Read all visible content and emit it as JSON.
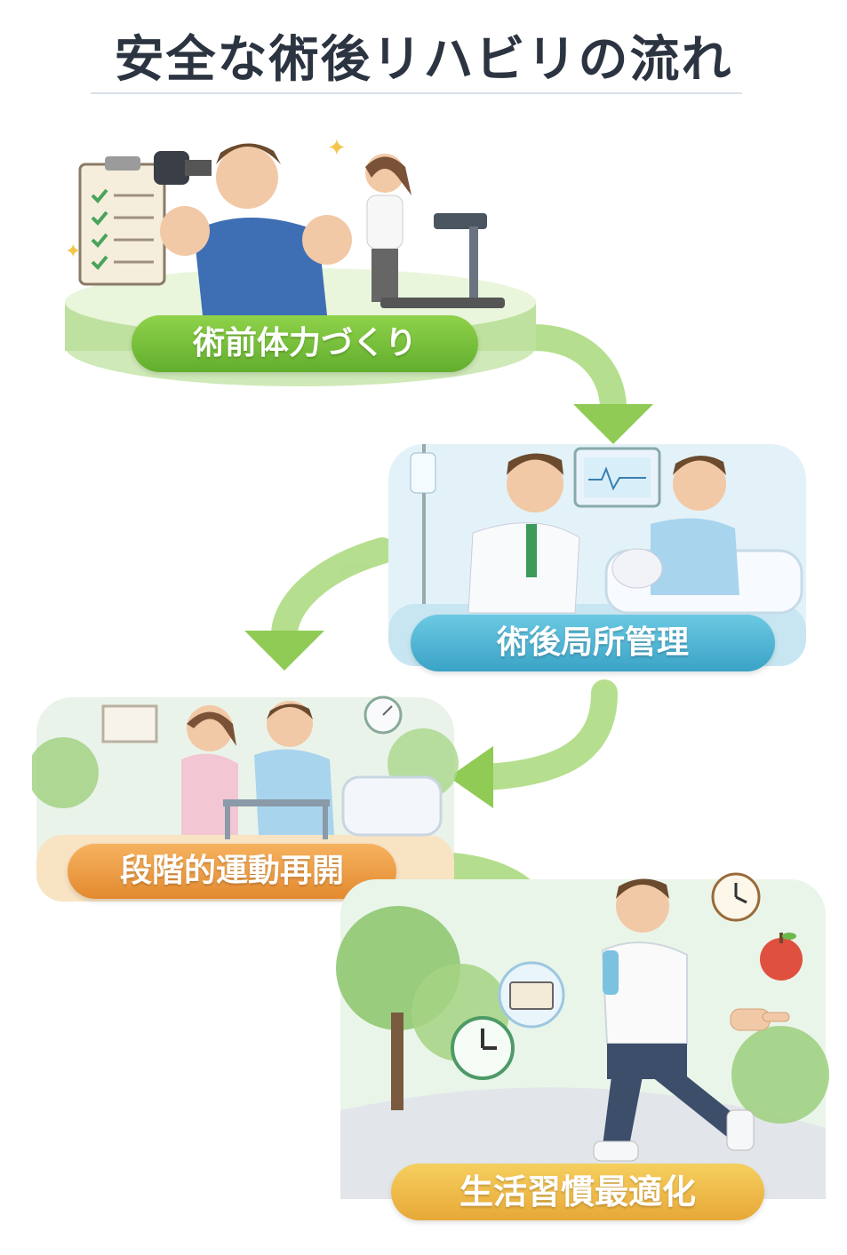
{
  "title": "安全な術後リハビリの流れ",
  "steps": [
    {
      "label": "術前体力づくり"
    },
    {
      "label": "術後局所管理"
    },
    {
      "label": "段階的運動再開"
    },
    {
      "label": "生活習慣最適化"
    }
  ],
  "colors": {
    "step1": "#6cb834",
    "step2": "#45aacb",
    "step3": "#e8923a",
    "step4": "#eab342",
    "arrow": "#9ed36a"
  }
}
